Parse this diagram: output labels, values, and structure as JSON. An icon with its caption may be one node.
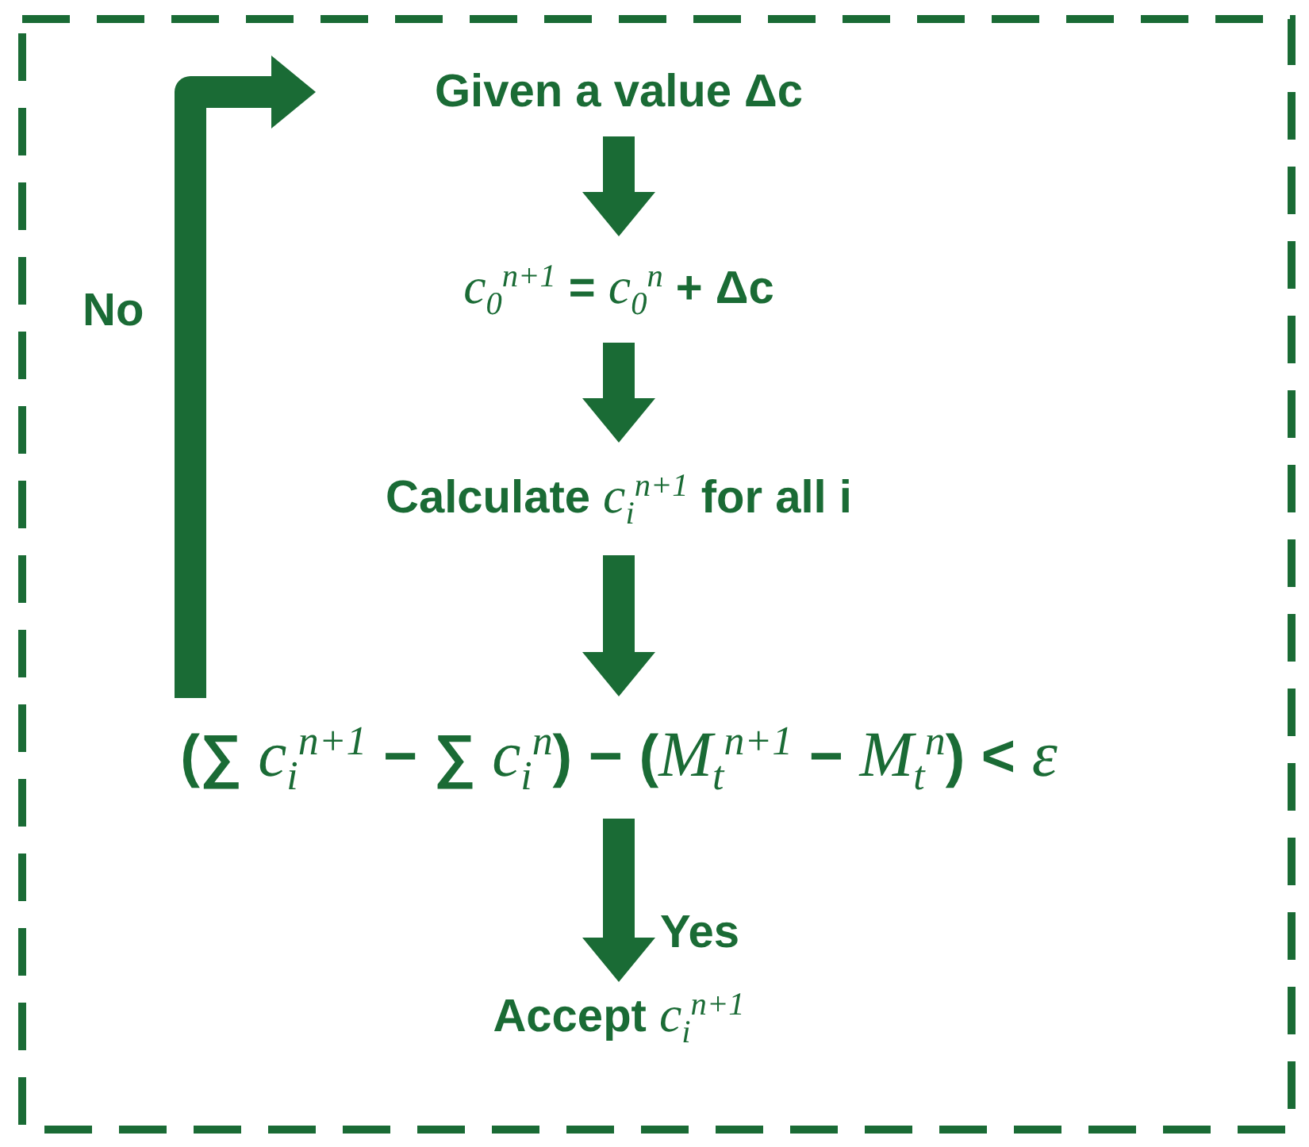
{
  "diagram": {
    "nodes": [
      {
        "text": [
          "Given a value Δc"
        ]
      },
      {
        "text": [
          "*c*$_{0}$$^{n+1}$ = *c*$_{0}$$^{n}$ + Δc"
        ]
      },
      {
        "text": [
          "Calculate *c*$_{i}$$^{n+1}$ for all i"
        ]
      },
      {
        "text": [
          "(∑ *c*$_{i}$$^{n+1}$ − ∑ *c*$_{i}$$^{n}$) − (*M*$_{t}$$^{n+1}$ − *M*$_{t}$$^{n}$) < *ε*"
        ]
      },
      {
        "text": [
          "Accept *c*$_{i}$$^{n+1}$"
        ]
      }
    ],
    "edges": [
      {
        "from": 0,
        "to": 1,
        "arrow": "to"
      },
      {
        "from": 1,
        "to": 2,
        "arrow": "to"
      },
      {
        "from": 2,
        "to": 3,
        "arrow": "to"
      },
      {
        "from": 3,
        "to": 4,
        "arrow": "to",
        "label": "Yes"
      },
      {
        "from": 3,
        "to": 0,
        "arrow": "to",
        "label": "No"
      }
    ]
  }
}
